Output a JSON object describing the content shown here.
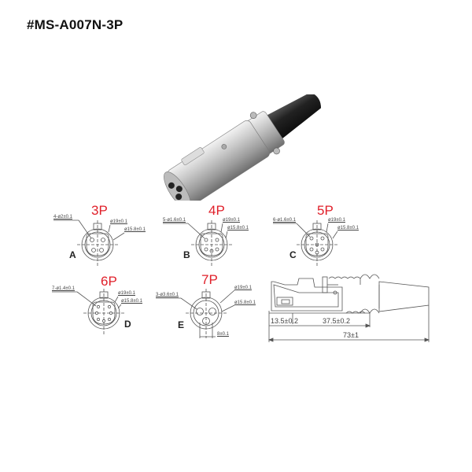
{
  "title": "#MS-A007N-3P",
  "photo": {
    "alt": "XLR female connector, nickel body, black strain-relief boot, 3 pin sockets"
  },
  "views": [
    {
      "id": "A",
      "pins": "3P",
      "hole_dim": "4-ø2±0.1",
      "outer_dim": "ø19±0.1",
      "inner_dim": "ø15.8±0.1"
    },
    {
      "id": "B",
      "pins": "4P",
      "hole_dim": "5-ø1.6±0.1",
      "outer_dim": "ø19±0.1",
      "inner_dim": "ø15.8±0.1"
    },
    {
      "id": "C",
      "pins": "5P",
      "hole_dim": "6-ø1.6±0.1",
      "outer_dim": "ø19±0.1",
      "inner_dim": "ø15.8±0.1"
    },
    {
      "id": "D",
      "pins": "6P",
      "hole_dim": "7-ø1.4±0.1",
      "outer_dim": "ø19±0.1",
      "inner_dim": "ø15.8±0.1"
    },
    {
      "id": "E",
      "pins": "7P",
      "hole_dim": "3-ø3.6±0.1",
      "outer_dim": "ø19±0.1",
      "inner_dim": "ø15.8±0.1",
      "width_dim": "8±0.1"
    }
  ],
  "side_view": {
    "dim_front": "13.5±0.2",
    "dim_mid": "37.5±0.2",
    "dim_total": "73±1"
  },
  "colors": {
    "pin_label": "#e0202a",
    "line": "#555555",
    "text": "#111111"
  }
}
